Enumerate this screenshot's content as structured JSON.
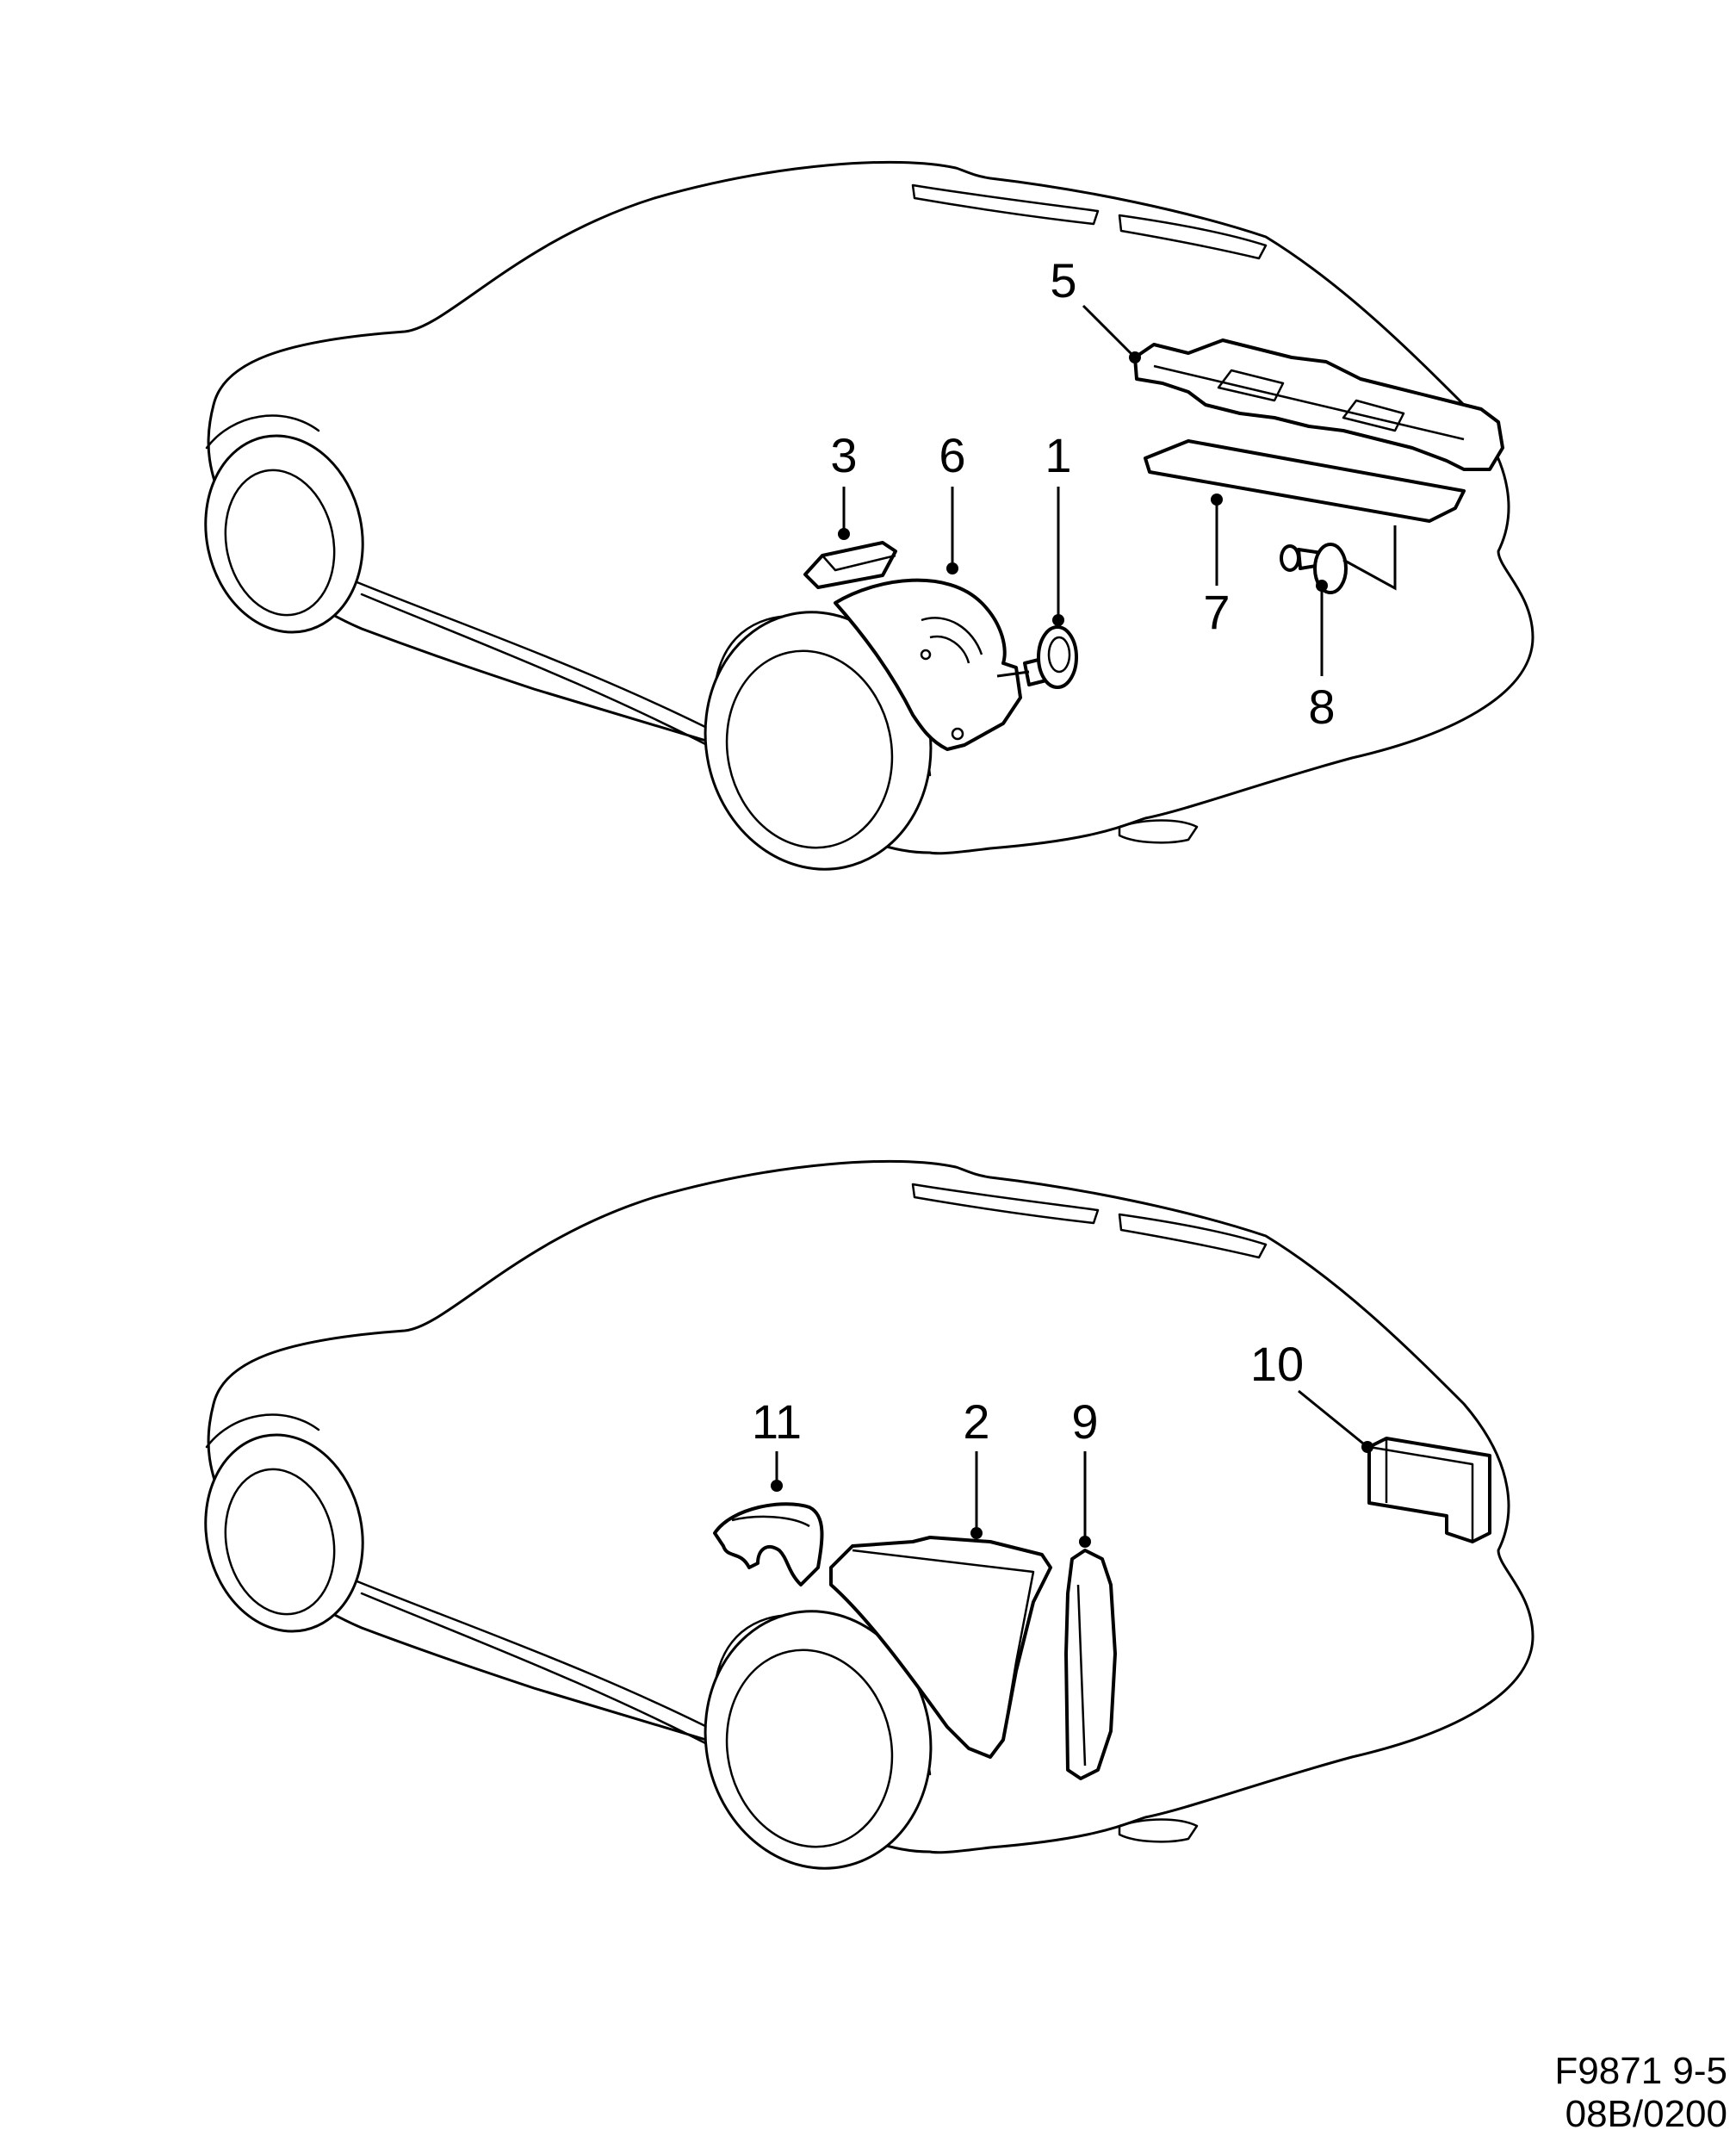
{
  "diagram": {
    "callouts": {
      "c1": "1",
      "c2": "2",
      "c3": "3",
      "c5": "5",
      "c6": "6",
      "c7": "7",
      "c8": "8",
      "c9": "9",
      "c10": "10",
      "c11": "11"
    }
  },
  "footer": {
    "line1": "F9871 9-5",
    "line2": "08B/0200"
  }
}
